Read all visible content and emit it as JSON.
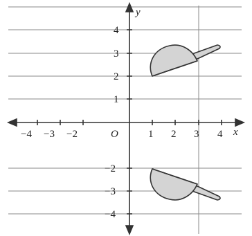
{
  "figure": {
    "x_axis_label": "x",
    "y_axis_label": "y",
    "origin_label": "O",
    "x_tick_labels": [
      "−4",
      "−3",
      "−2",
      "1",
      "2",
      "3",
      "4"
    ],
    "y_tick_labels": [
      "4",
      "3",
      "2",
      "1",
      "−2",
      "−3",
      "−4"
    ],
    "colors": {
      "line": "#333333",
      "grid": "#8a8a8a",
      "shape_fill": "#d4d4d4",
      "shape_stroke": "#333333"
    },
    "shapes": [
      {
        "name": "cap-shape-upper",
        "description_hidden": true
      },
      {
        "name": "cap-shape-lower",
        "description_hidden": true
      }
    ]
  }
}
